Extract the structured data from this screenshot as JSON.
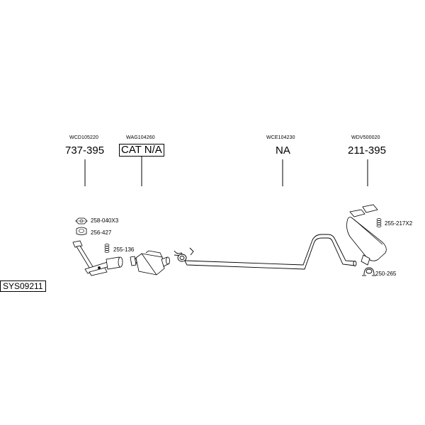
{
  "system_code": "SYS09211",
  "sections": [
    {
      "code": "WCD105220",
      "part": "737-395"
    },
    {
      "code": "WAG104260",
      "part": "CAT N/A"
    },
    {
      "code": "WCE104230",
      "part": "NA"
    },
    {
      "code": "WDV500020",
      "part": "211-395"
    }
  ],
  "accessories": {
    "nut": "258-040X3",
    "gasket": "256-427",
    "spring": "255-136",
    "rear_spring": "255-217X2",
    "clamp": "250-265"
  }
}
